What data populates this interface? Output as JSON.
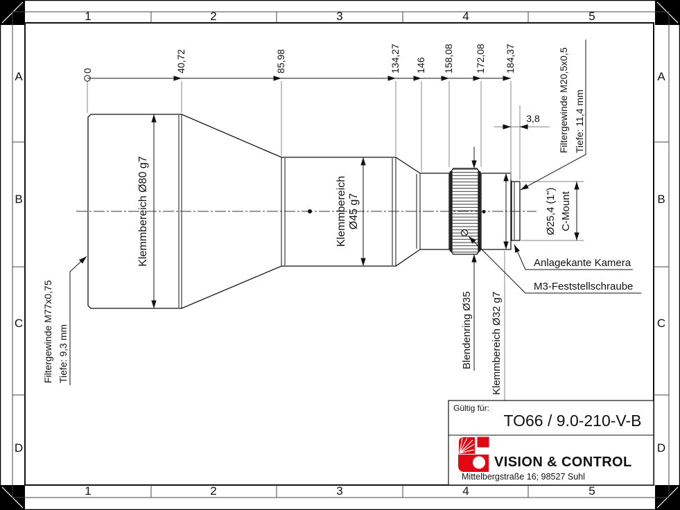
{
  "sheet": {
    "columns": [
      "1",
      "2",
      "3",
      "4",
      "5"
    ],
    "rows": [
      "A",
      "B",
      "C",
      "D"
    ]
  },
  "dims": {
    "stations": [
      "0",
      "40,72",
      "85,98",
      "134,27",
      "146",
      "158,08",
      "172,08",
      "184,37"
    ],
    "flange_width": "3,8"
  },
  "labels": {
    "filter_front": [
      "Filtergewinde M77x0,75",
      "Tiefe: 9,3 mm"
    ],
    "clamp80": "Klemmbereich Ø80 g7",
    "clamp45": [
      "Klemmbereich",
      "Ø45 g7"
    ],
    "aperture_ring": "Blendenring Ø35",
    "clamp32": "Klemmbereich Ø32 g7",
    "cmount": [
      "Ø25,4 (1\")",
      "C-Mount"
    ],
    "filter_rear": [
      "Filtergewinde M20,5x0,5",
      "Tiefe: 11,4 mm"
    ],
    "contact_edge": "Anlagekante Kamera",
    "set_screw": "M3-Feststellschraube"
  },
  "title_block": {
    "valid_for": "Gültig für:",
    "model": "TO66 / 9.0-210-V-B",
    "company": "VISION & CONTROL",
    "address": "Mittelbergstraße 16; 98527 Suhl",
    "brand_red": "#e30613"
  }
}
